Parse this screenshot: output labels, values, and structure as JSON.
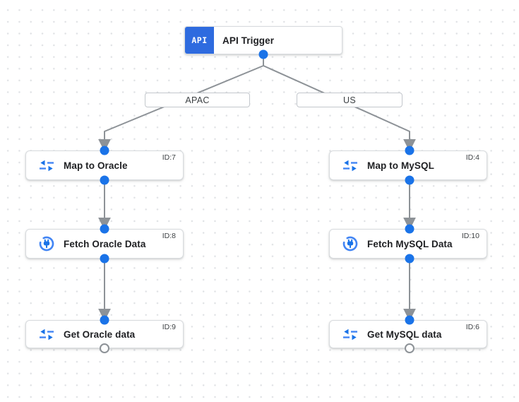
{
  "trigger": {
    "badge": "API",
    "label": "API Trigger"
  },
  "branches": [
    {
      "label": "APAC"
    },
    {
      "label": "US"
    }
  ],
  "columns": [
    {
      "branch": "APAC",
      "nodes": [
        {
          "label": "Map to Oracle",
          "id": "ID:7",
          "icon": "data-mapping-icon"
        },
        {
          "label": "Fetch Oracle Data",
          "id": "ID:8",
          "icon": "connector-icon"
        },
        {
          "label": "Get Oracle data",
          "id": "ID:9",
          "icon": "data-mapping-icon"
        }
      ]
    },
    {
      "branch": "US",
      "nodes": [
        {
          "label": "Map to MySQL",
          "id": "ID:4",
          "icon": "data-mapping-icon"
        },
        {
          "label": "Fetch MySQL Data",
          "id": "ID:10",
          "icon": "connector-icon"
        },
        {
          "label": "Get MySQL data",
          "id": "ID:6",
          "icon": "data-mapping-icon"
        }
      ]
    }
  ],
  "colors": {
    "accent_blue": "#1a73e8",
    "icon_blue": "#4285f4",
    "badge_blue": "#2e6bdf",
    "edge_gray": "#8d9297",
    "node_border": "#d8dbde",
    "grid_dot": "#e0e2e5",
    "text_dark": "#202124",
    "text_gray": "#3c4043"
  }
}
